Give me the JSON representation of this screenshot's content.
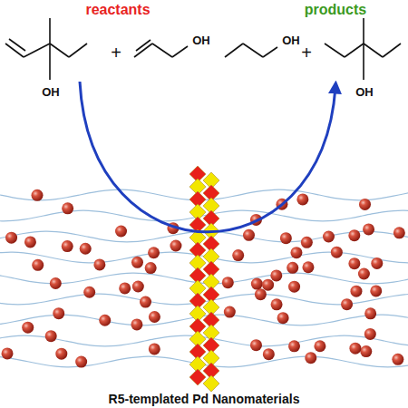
{
  "diagram": {
    "title": "R5-templated Pd Nanomaterials",
    "labels": [
      "reactants",
      "products",
      "OH",
      "+",
      "OH",
      "OH",
      "+",
      "OH"
    ]
  }
}
